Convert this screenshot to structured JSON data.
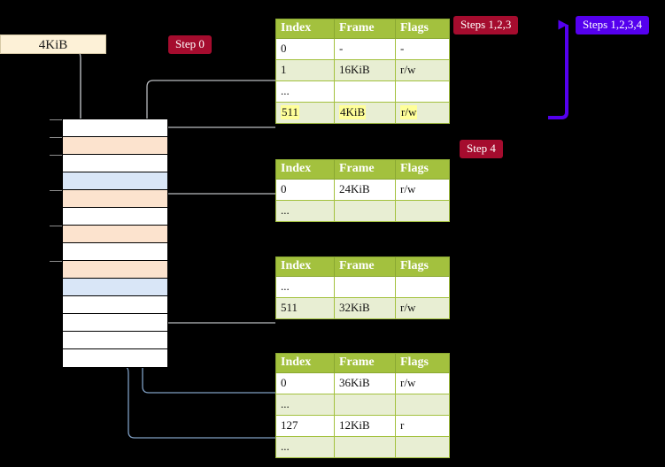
{
  "labels": {
    "size_box": "4KiB",
    "step0": "Step 0",
    "steps123": "Steps 1,2,3",
    "steps1234": "Steps 1,2,3,4",
    "step4": "Step 4"
  },
  "colors": {
    "badge_red": "#a50c2e",
    "badge_blue": "#5500ee",
    "table_header_green": "#a3c13e",
    "table_row_alt": "#e8eed3",
    "highlight_yellow": "#ffff99",
    "mem_orange": "#fce3ce",
    "mem_blue": "#d9e6f7",
    "size_box_bg": "#fdf1d7",
    "gray_wire": "#b3b3b3",
    "blue_wire": "#7f9fc4",
    "background": "#000000"
  },
  "tables": {
    "headers": [
      "Index",
      "Frame",
      "Flags"
    ],
    "list": [
      {
        "name": "pml4-table",
        "rows": [
          {
            "index": "0",
            "frame": "-",
            "flags": "-",
            "highlight": false
          },
          {
            "index": "1",
            "frame": "16KiB",
            "flags": "r/w",
            "highlight": false
          },
          {
            "index": "...",
            "frame": "",
            "flags": "",
            "highlight": false
          },
          {
            "index": "511",
            "frame": "4KiB",
            "flags": "r/w",
            "highlight": true
          }
        ]
      },
      {
        "name": "pdp-table",
        "rows": [
          {
            "index": "0",
            "frame": "24KiB",
            "flags": "r/w",
            "highlight": false
          },
          {
            "index": "...",
            "frame": "",
            "flags": "",
            "highlight": false
          }
        ]
      },
      {
        "name": "pd-table",
        "rows": [
          {
            "index": "...",
            "frame": "",
            "flags": "",
            "highlight": false
          },
          {
            "index": "511",
            "frame": "32KiB",
            "flags": "r/w",
            "highlight": false
          }
        ]
      },
      {
        "name": "pt-table",
        "rows": [
          {
            "index": "0",
            "frame": "36KiB",
            "flags": "r/w",
            "highlight": false
          },
          {
            "index": "...",
            "frame": "",
            "flags": "",
            "highlight": false
          },
          {
            "index": "127",
            "frame": "12KiB",
            "flags": "r",
            "highlight": false
          },
          {
            "index": "...",
            "frame": "",
            "flags": "",
            "highlight": false
          }
        ]
      }
    ]
  },
  "memory_column": {
    "rows": [
      {
        "fill": "white",
        "tick": true
      },
      {
        "fill": "orange",
        "tick": true
      },
      {
        "fill": "white",
        "tick": true
      },
      {
        "fill": "blue",
        "tick": false
      },
      {
        "fill": "orange",
        "tick": true
      },
      {
        "fill": "white",
        "tick": false
      },
      {
        "fill": "orange",
        "tick": true
      },
      {
        "fill": "white",
        "tick": false
      },
      {
        "fill": "orange",
        "tick": true
      },
      {
        "fill": "blue",
        "tick": false
      },
      {
        "fill": "white",
        "tick": false
      },
      {
        "fill": "white",
        "tick": false
      },
      {
        "fill": "white",
        "tick": false
      },
      {
        "fill": "white",
        "tick": false
      }
    ]
  }
}
